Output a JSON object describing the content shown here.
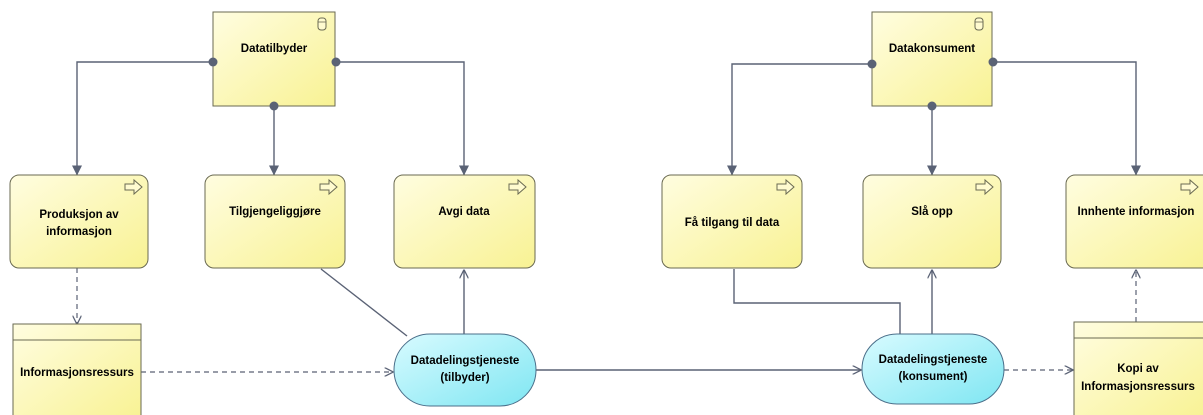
{
  "actors": [
    {
      "id": "datatilbyder",
      "label": "Datatilbyder"
    },
    {
      "id": "datakonsument",
      "label": "Datakonsument"
    }
  ],
  "processes": [
    {
      "id": "produksjon",
      "lines": [
        "Produksjon av",
        "informasjon"
      ]
    },
    {
      "id": "tilgjengeliggjore",
      "lines": [
        "Tilgjengeliggjøre"
      ]
    },
    {
      "id": "avgi",
      "lines": [
        "Avgi data"
      ]
    },
    {
      "id": "fa-tilgang",
      "lines": [
        "Få tilgang til data"
      ]
    },
    {
      "id": "sla-opp",
      "lines": [
        "Slå opp"
      ]
    },
    {
      "id": "innhente",
      "lines": [
        "Innhente informasjon"
      ]
    }
  ],
  "objects": [
    {
      "id": "informasjonsressurs",
      "lines": [
        "Informasjonsressurs"
      ]
    },
    {
      "id": "kopi",
      "lines": [
        "Kopi av",
        "Informasjonsressurs"
      ]
    }
  ],
  "services": [
    {
      "id": "tjeneste-tilbyder",
      "lines": [
        "Datadelingstjeneste",
        "(tilbyder)"
      ]
    },
    {
      "id": "tjeneste-konsument",
      "lines": [
        "Datadelingstjeneste",
        "(konsument)"
      ]
    }
  ],
  "colors": {
    "element_fill": "#fdfba9",
    "service_fill": "#9ff0f8",
    "connector": "#5a6275"
  }
}
